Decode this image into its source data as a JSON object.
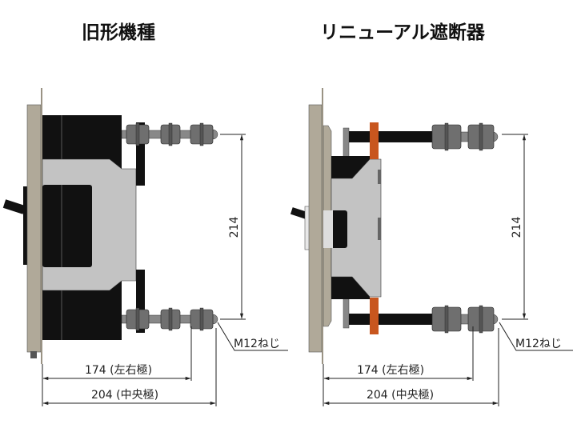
{
  "old_model": {
    "title": "旧形機種",
    "height_dim": "214",
    "thread_label": "M12ねじ",
    "width_side_poles": "174 (左右極)",
    "width_center_pole": "204 (中央極)"
  },
  "renewal_breaker": {
    "title": "リニューアル遮断器",
    "height_dim": "214",
    "thread_label": "M12ねじ",
    "width_side_poles": "174 (左右極)",
    "width_center_pole": "204 (中央極)"
  },
  "colors": {
    "panel": "#b0a999",
    "body_black": "#111111",
    "body_gray": "#c3c3c3",
    "nut_gray": "#6f6f6f",
    "copper_orange": "#c8561e"
  }
}
